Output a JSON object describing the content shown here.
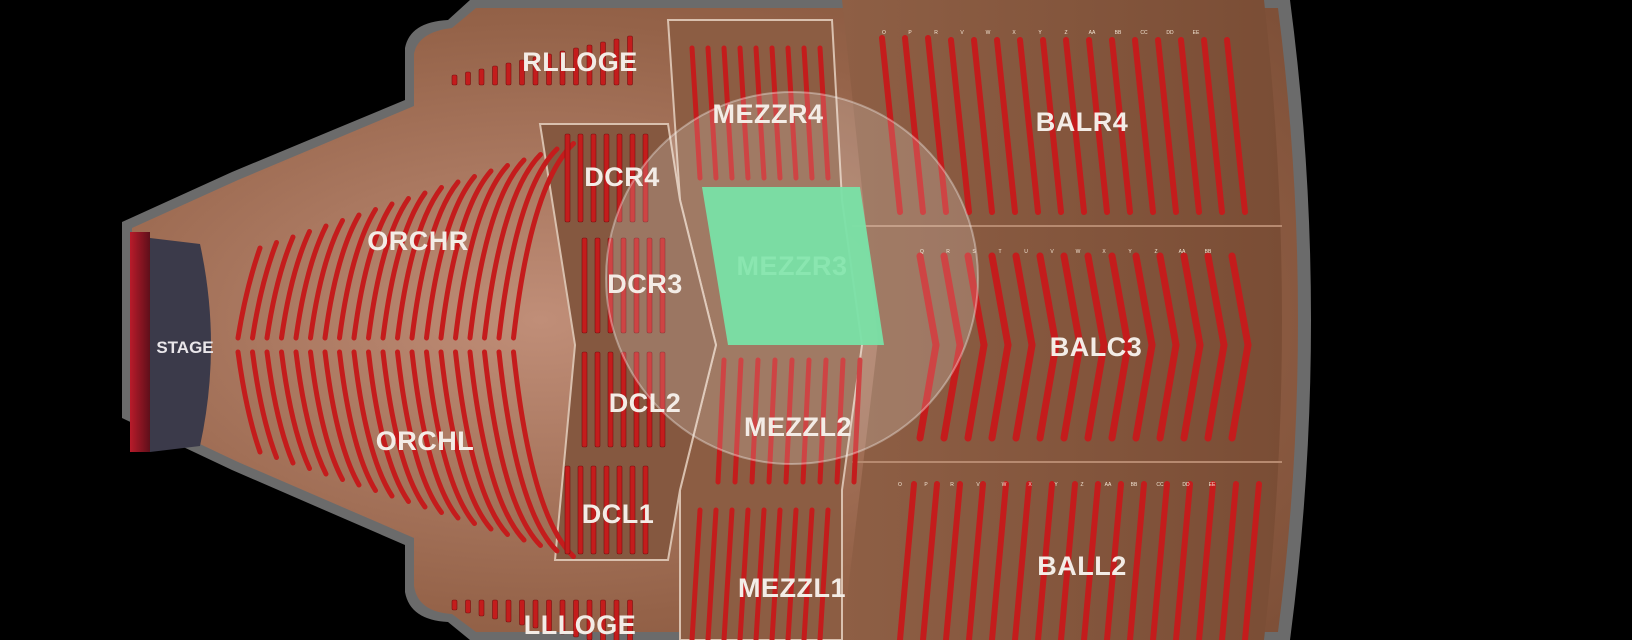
{
  "venue": {
    "stage_label": "STAGE",
    "selected_section": "MEZZR3",
    "highlight_color": "#5ddb94",
    "seat_color": "#c41c1c",
    "floor_color": "#8a5a3f",
    "background_color": "#000000"
  },
  "sections": {
    "rlloge": "RLLOGE",
    "lllog": "LLLOGE",
    "orchr": "ORCHR",
    "orchl": "ORCHL",
    "dcr4": "DCR4",
    "dcr3": "DCR3",
    "dcl2": "DCL2",
    "dcl1": "DCL1",
    "mezzr4": "MEZZR4",
    "mezzr3": "MEZZR3",
    "mezzl2": "MEZZL2",
    "mezzl1": "MEZZL1",
    "balr4": "BALR4",
    "balc3": "BALC3",
    "ball2": "BALL2"
  },
  "row_letters": {
    "balr4": [
      "O",
      "P",
      "R",
      "V",
      "W",
      "X",
      "Y",
      "Z",
      "AA",
      "BB",
      "CC",
      "DD",
      "EE"
    ],
    "balc3": [
      "Q",
      "R",
      "S",
      "T",
      "U",
      "V",
      "W",
      "X",
      "Y",
      "Z",
      "AA",
      "BB"
    ],
    "ball2": [
      "O",
      "P",
      "R",
      "V",
      "W",
      "X",
      "Y",
      "Z",
      "AA",
      "BB",
      "CC",
      "DD",
      "EE"
    ]
  }
}
